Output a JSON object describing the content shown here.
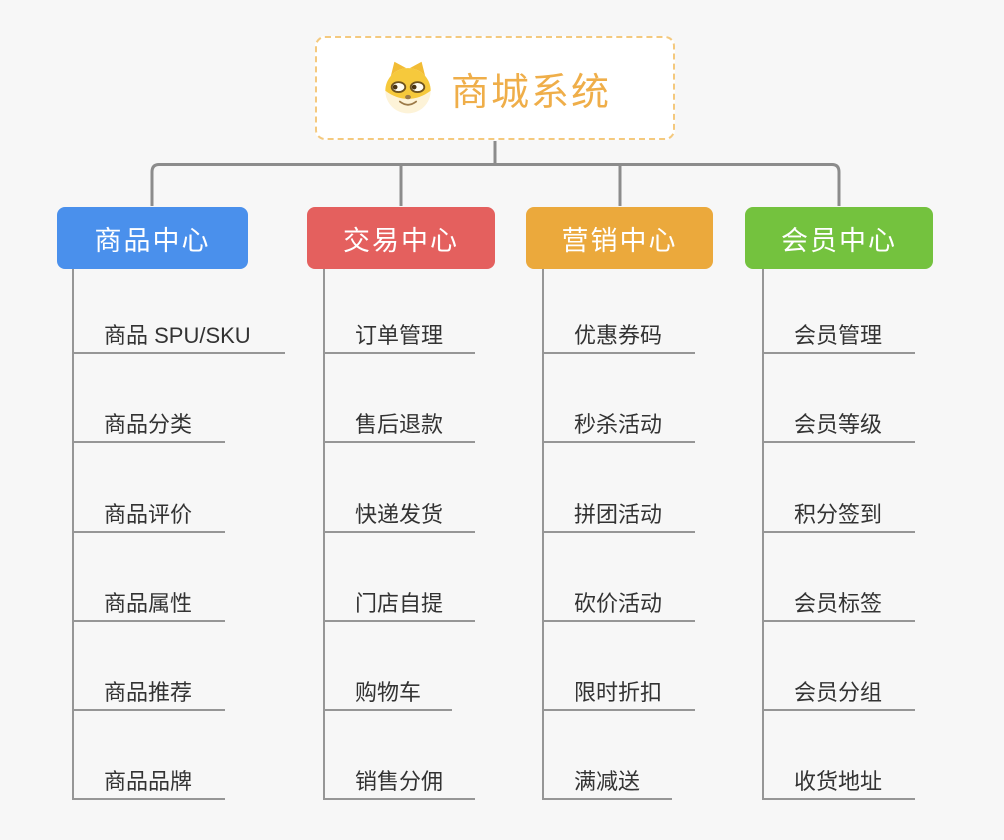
{
  "canvas": {
    "background": "#F7F7F7",
    "connector_color": "#8C8C8C",
    "leaf_line_color": "#969696"
  },
  "root": {
    "title": "商城系统",
    "icon": "dog-face-icon",
    "text_color": "#EFAE49",
    "border_color": "#F4C97E"
  },
  "branches": [
    {
      "label": "商品中心",
      "color": "#4A90EC",
      "items": [
        "商品 SPU/SKU",
        "商品分类",
        "商品评价",
        "商品属性",
        "商品推荐",
        "商品品牌"
      ]
    },
    {
      "label": "交易中心",
      "color": "#E4605E",
      "items": [
        "订单管理",
        "售后退款",
        "快递发货",
        "门店自提",
        "购物车",
        "销售分佣"
      ]
    },
    {
      "label": "营销中心",
      "color": "#EBA93C",
      "items": [
        "优惠券码",
        "秒杀活动",
        "拼团活动",
        "砍价活动",
        "限时折扣",
        "满减送"
      ]
    },
    {
      "label": "会员中心",
      "color": "#74C23E",
      "items": [
        "会员管理",
        "会员等级",
        "积分签到",
        "会员标签",
        "会员分组",
        "收货地址"
      ]
    }
  ]
}
